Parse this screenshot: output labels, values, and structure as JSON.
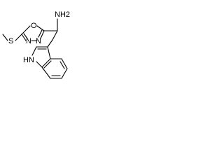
{
  "structure": {
    "atoms": {
      "s_methylthio": "S",
      "o_ring": "O",
      "n_ring_left": "N",
      "n_ring_right": "N",
      "amine": "NH2",
      "indole_nh": "HN"
    }
  },
  "colors": {
    "ink": "#000000",
    "background": "#ffffff"
  }
}
